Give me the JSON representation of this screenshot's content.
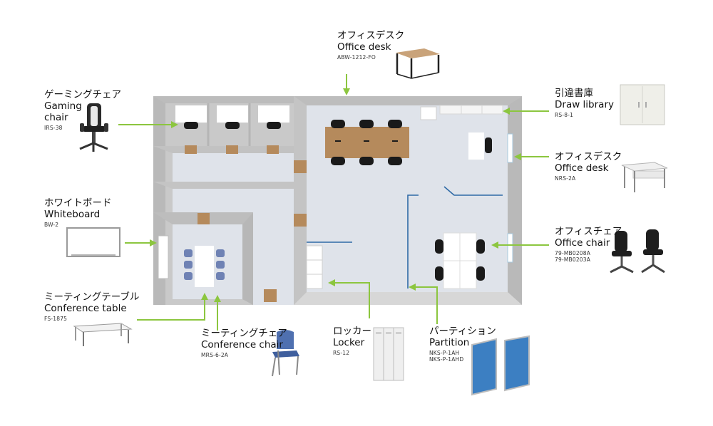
{
  "labels": {
    "gaming_chair": {
      "ja": "ゲーミングチェア",
      "en1": "Gaming",
      "en2": "chair",
      "code": "IRS-38"
    },
    "whiteboard": {
      "ja": "ホワイトボード",
      "en": "Whiteboard",
      "code": "BW-2"
    },
    "conf_table": {
      "ja": "ミーティングテーブル",
      "en": "Conference table",
      "code": "FS-1875"
    },
    "office_desk_top": {
      "ja": "オフィスデスク",
      "en": "Office desk",
      "code": "ABW-1212-FO"
    },
    "meeting_chair": {
      "ja": "ミーティングチェア",
      "en": "Conference chair",
      "code": "MRS-6-2A"
    },
    "locker": {
      "ja": "ロッカー",
      "en": "Locker",
      "code": "RS-12"
    },
    "partition": {
      "ja": "パーティション",
      "en": "Partition",
      "code1": "NKS-P-1AH",
      "code2": "NKS-P-1AHD"
    },
    "draw_library": {
      "ja": "引違書庫",
      "en": "Draw library",
      "code": "RS-8-1"
    },
    "office_desk_right": {
      "ja": "オフィスデスク",
      "en": "Office desk",
      "code": "NRS-2A"
    },
    "office_chair": {
      "ja": "オフィスチェア",
      "en": "Office chair",
      "code1": "79-MB0208A",
      "code2": "79-MB0203A"
    }
  },
  "colors": {
    "arrow": "#8cc63f",
    "wall": "#c8c8c8",
    "floor": "#dfe3ea",
    "wood": "#b58a5c",
    "chair_dark": "#1a1a1a",
    "chair_blue": "#6f82b4",
    "partition_blue": "#3c7fc2"
  }
}
